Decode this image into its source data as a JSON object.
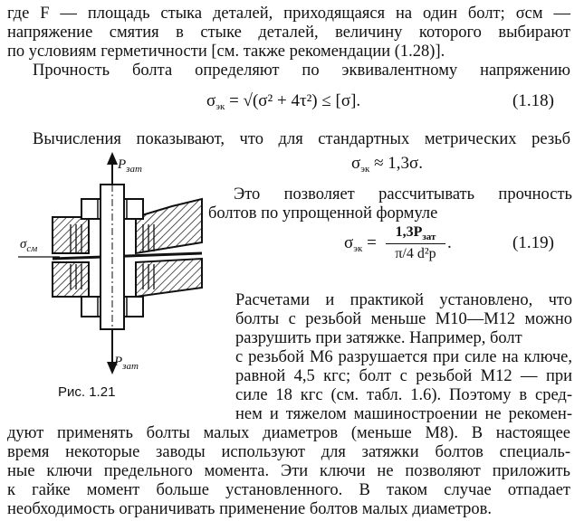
{
  "paragraph1": [
    "где F — площадь стыка деталей, приходящаяся на один болт; σсм —",
    "напряжение смятия в стыке деталей, величину которого выбирают",
    "по условиям герметичности [см. также рекомендации (1.28)]."
  ],
  "paragraph2": "Прочность болта определяют по эквивалентному напряжению",
  "formula_1_18": {
    "lhs": "σ",
    "lhs_sub": "эк",
    "rhs": "= √(σ² + 4τ²) ≤ [σ].",
    "number": "(1.18)"
  },
  "paragraph3": "Вычисления показывают, что для стандартных метрических резьб",
  "formula_approx": {
    "lhs": "σ",
    "lhs_sub": "эк",
    "rhs": "≈ 1,3σ."
  },
  "paragraph4": [
    "Это позволяет рассчитывать прочность",
    "болтов по упрощенной формуле"
  ],
  "formula_1_19": {
    "lhs": "σ",
    "lhs_sub": "эк",
    "numerator": "1,3P",
    "numerator_sub": "зат",
    "denominator": "π/4 d²р",
    "number": "(1.19)"
  },
  "paragraph5_right": [
    "Расчетами и практикой установлено, что",
    "болты с резьбой меньше М10—М12 можно",
    "разрушить при затяжке. Например, болт",
    "с резьбой М6 разрушается при силе на ключе,",
    "равной 4,5 кгс; болт с резьбой М12 — при",
    "силе 18 кгс (см. табл. 1.6). Поэтому в сред-",
    "нем и тяжелом машиностроении не рекомен-"
  ],
  "paragraph5_full": [
    "дуют применять болты малых диаметров (меньше М8). В настоящее",
    "время некоторые заводы используют для затяжки болтов специаль-",
    "ные ключи предельного момента. Эти ключи не позволяют приложить",
    "к гайке момент больше установленного. В таком случае отпадает",
    "необходимость ограничивать применение болтов малых диаметров."
  ],
  "figure": {
    "caption": "Рис. 1.21",
    "label_top": "P",
    "label_top_sub": "зат",
    "label_bottom": "P",
    "label_bottom_sub": "зат",
    "label_left": "σ",
    "label_left_sub": "см"
  }
}
